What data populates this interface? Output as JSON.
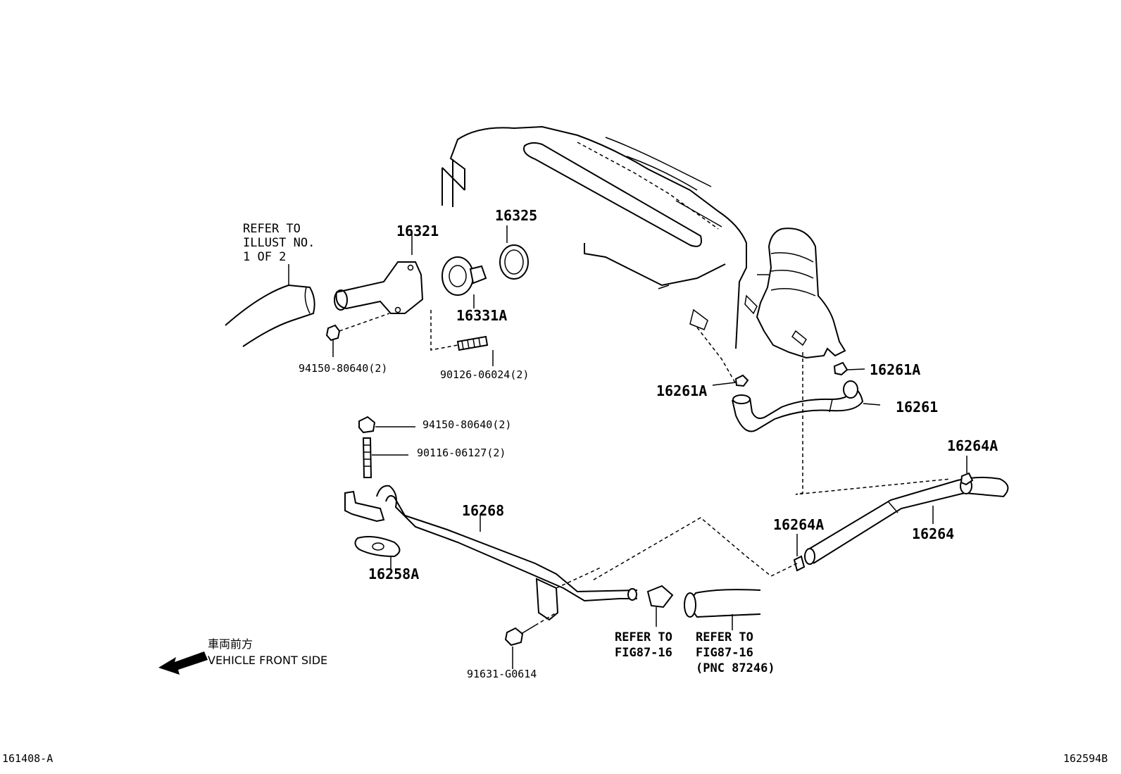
{
  "parts": {
    "p16321": "16321",
    "p16325": "16325",
    "p16331A": "16331A",
    "p94150_upper": "94150-80640(2)",
    "p90126": "90126-06024(2)",
    "p16261A_right": "16261A",
    "p16261A_left": "16261A",
    "p16261": "16261",
    "p94150_lower": "94150-80640(2)",
    "p90116": "90116-06127(2)",
    "p16268": "16268",
    "p16258A": "16258A",
    "p16264A_top": "16264A",
    "p16264A_mid": "16264A",
    "p16264": "16264",
    "p91631": "91631-G0614"
  },
  "notes": {
    "refer_illust": [
      "REFER TO",
      "ILLUST NO.",
      "1 OF 2"
    ],
    "refer_fig_a": [
      "REFER TO",
      "FIG87-16"
    ],
    "refer_fig_b": [
      "REFER TO",
      "FIG87-16",
      "(PNC 87246)"
    ],
    "front_jp": "車両前方",
    "front_en": "VEHICLE FRONT SIDE"
  },
  "footer": {
    "left_code": "161408-A",
    "right_code": "162594B"
  }
}
